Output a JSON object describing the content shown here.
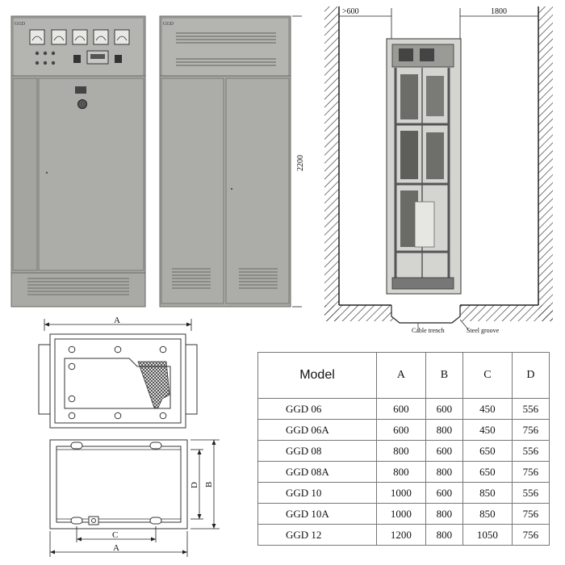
{
  "cabinet": {
    "front_badge": "GGD",
    "back_badge": "GGD",
    "height_label": "2200",
    "colors": {
      "body": "#a9a9a5",
      "dark": "#6e6e6a",
      "light": "#c9c9c5"
    }
  },
  "installation": {
    "clearance_front": ">600",
    "clearance_back": "1800",
    "cable_trench_label": "Cable trench",
    "steel_groove_label": "Steel groove"
  },
  "top_view": {
    "dim_a": "A"
  },
  "base_frame": {
    "dim_d": "D",
    "dim_b": "B",
    "dim_c": "C",
    "dim_a": "A"
  },
  "table": {
    "headers": [
      "Model",
      "A",
      "B",
      "C",
      "D"
    ],
    "rows": [
      [
        "GGD  06",
        "600",
        "600",
        "450",
        "556"
      ],
      [
        "GGD  06A",
        "600",
        "800",
        "450",
        "756"
      ],
      [
        "GGD  08",
        "800",
        "600",
        "650",
        "556"
      ],
      [
        "GGD  08A",
        "800",
        "800",
        "650",
        "756"
      ],
      [
        "GGD  10",
        "1000",
        "600",
        "850",
        "556"
      ],
      [
        "GGD  10A",
        "1000",
        "800",
        "850",
        "756"
      ],
      [
        "GGD  12",
        "1200",
        "800",
        "1050",
        "756"
      ]
    ]
  }
}
